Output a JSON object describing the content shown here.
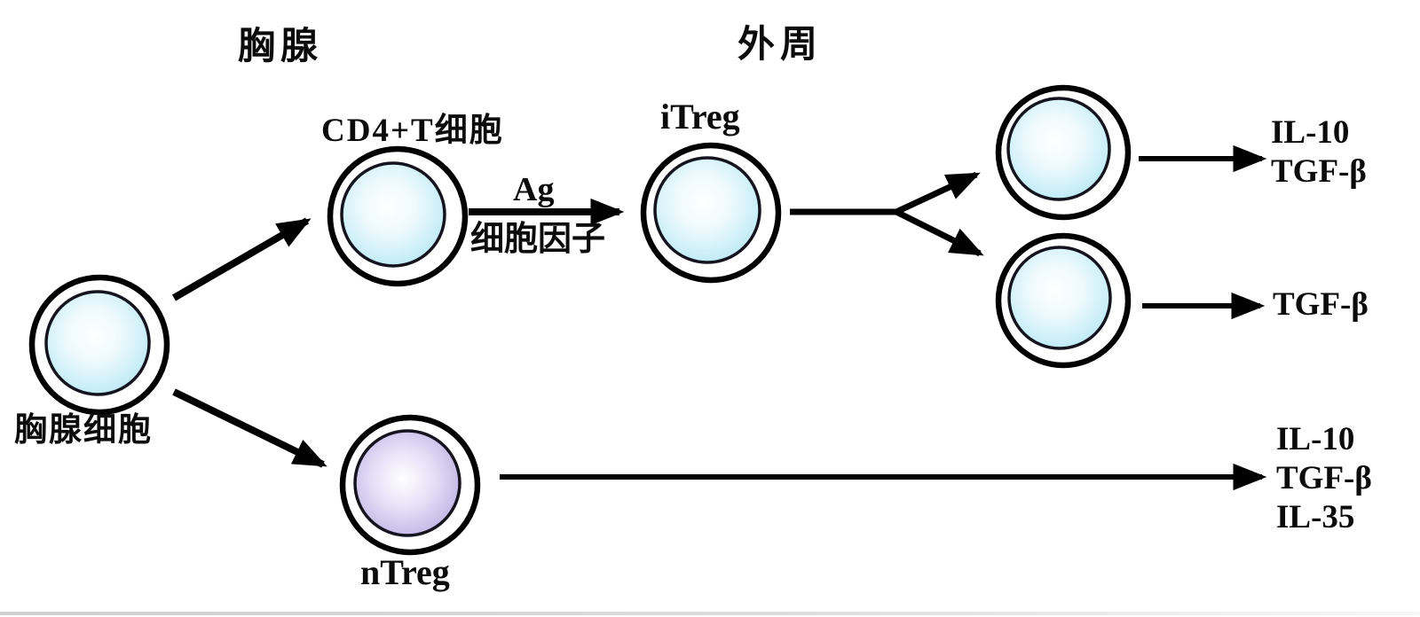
{
  "regions": {
    "thymus": "胸腺",
    "periphery": "外周"
  },
  "labels": {
    "thymocyte": "胸腺细胞",
    "cd4_t_cell": "CD4+T细胞",
    "itreg": "iTreg",
    "ntreg": "nTreg",
    "ag": "Ag",
    "cytokines": "细胞因子"
  },
  "outputs": {
    "itreg_top": [
      "IL-10",
      "TGF-β"
    ],
    "itreg_bottom": [
      "TGF-β"
    ],
    "ntreg": [
      "IL-10",
      "TGF-β",
      "IL-35"
    ]
  },
  "colors": {
    "cell_blue": "#9edcef",
    "cell_purple": "#a393d6",
    "outline": "#000000",
    "background": "#ffffff",
    "baseline_gray": "#d6d6d6"
  }
}
